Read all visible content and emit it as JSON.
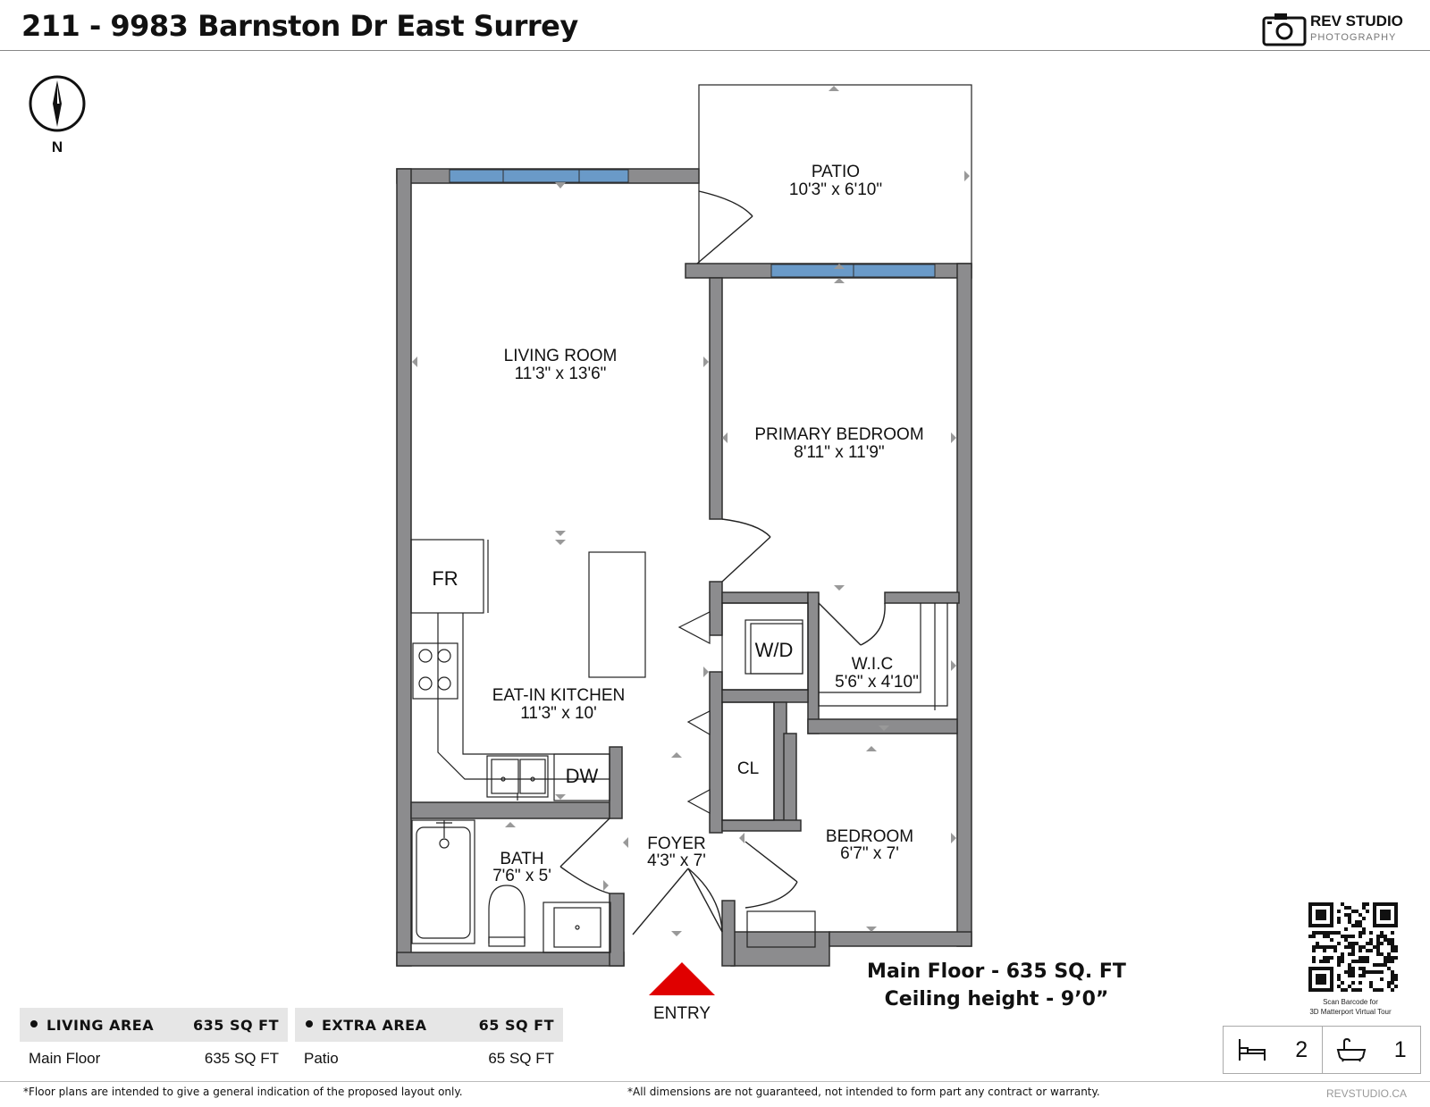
{
  "header": {
    "title": "211 - 9983 Barnston Dr East Surrey",
    "brand_name": "REV STUDIO",
    "brand_sub": "PHOTOGRAPHY"
  },
  "compass": {
    "label": "N"
  },
  "rooms": {
    "patio": {
      "name": "PATIO",
      "dims": "10'3\" x 6'10\""
    },
    "living": {
      "name": "LIVING ROOM",
      "dims": "11'3\" x 13'6\""
    },
    "primary": {
      "name": "PRIMARY BEDROOM",
      "dims": "8'11\" x 11'9\""
    },
    "kitchen": {
      "name": "EAT-IN KITCHEN",
      "dims": "11'3\" x 10'"
    },
    "wic": {
      "name": "W.I.C",
      "dims": "5'6\" x 4'10\""
    },
    "bath": {
      "name": "BATH",
      "dims": "7'6\" x 5'"
    },
    "foyer": {
      "name": "FOYER",
      "dims": "4'3\" x 7'"
    },
    "bedroom": {
      "name": "BEDROOM",
      "dims": "6'7\" x 7'"
    }
  },
  "fixtures": {
    "fridge": "FR",
    "washer_dryer": "W/D",
    "dishwasher": "DW",
    "closet": "CL"
  },
  "entry_label": "ENTRY",
  "floor_info": {
    "line1": "Main Floor - 635 SQ. FT",
    "line2": "Ceiling height - 9’0”"
  },
  "living_area": {
    "header": "LIVING AREA",
    "header_value": "635 SQ FT",
    "row_label": "Main Floor",
    "row_value": "635 SQ FT"
  },
  "extra_area": {
    "header": "EXTRA AREA",
    "header_value": "65 SQ FT",
    "row_label": "Patio",
    "row_value": "65 SQ FT"
  },
  "qr_caption": {
    "line1": "Scan Barcode for",
    "line2": "3D Matterport Virtual Tour"
  },
  "counts": {
    "bedrooms": "2",
    "bathrooms": "1"
  },
  "disclaimers": {
    "left": "*Floor plans are intended to give a general indication of the proposed layout only.",
    "right": "*All dimensions are not guaranteed, not intended to form part any contract or warranty."
  },
  "website": "REVSTUDIO.CA",
  "colors": {
    "wall": "#8c8c8e",
    "window": "#6a9ac8",
    "entry_arrow": "#e00000"
  }
}
